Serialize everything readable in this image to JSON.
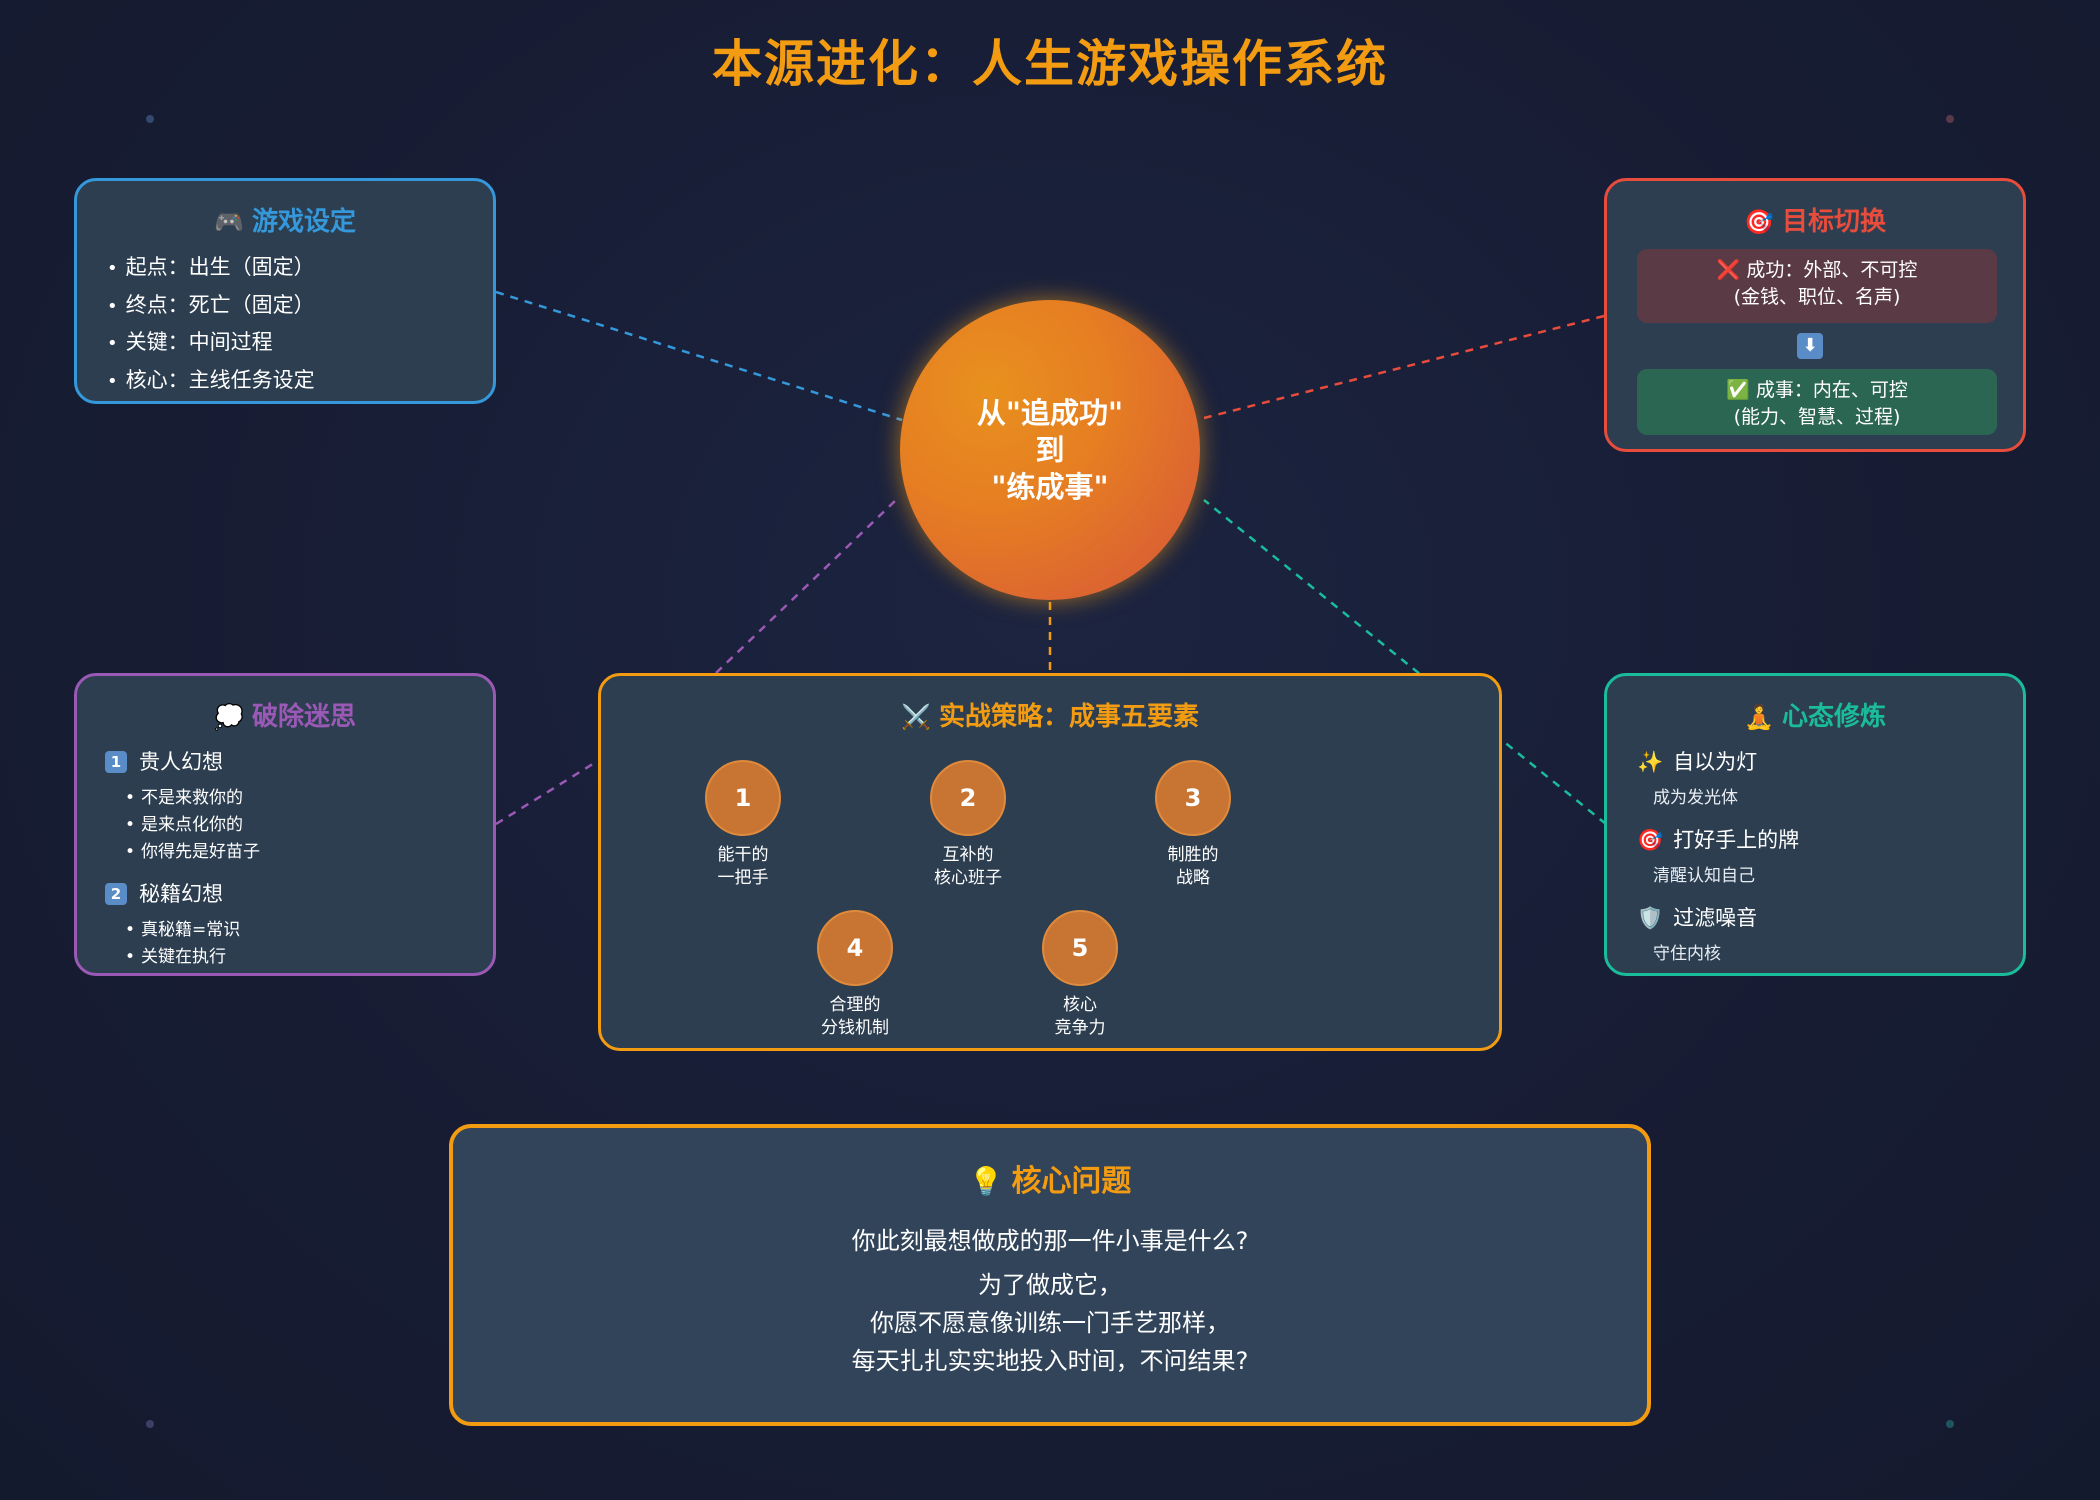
{
  "title": "本源进化：人生游戏操作系统",
  "colors": {
    "accent_orange": "#f39c12",
    "blue": "#3498db",
    "red": "#e74c3c",
    "purple": "#9b59b6",
    "teal": "#1abc9c",
    "card_bg": "#2c3e50"
  },
  "center": {
    "line1": "从\"追成功\"",
    "line2": "到",
    "line3": "\"练成事\""
  },
  "game_settings": {
    "icon": "gamepad-icon",
    "icon_glyph": "🎮",
    "title": "游戏设定",
    "items": [
      "起点：出生（固定）",
      "终点：死亡（固定）",
      "关键：中间过程",
      "核心：主线任务设定"
    ]
  },
  "goal_switch": {
    "icon": "target-icon",
    "icon_glyph": "🎯",
    "title": "目标切换",
    "bad_glyph": "❌",
    "bad_line1": "成功：外部、不可控",
    "bad_line2": "(金钱、职位、名声)",
    "arrow_glyph": "⬇",
    "good_glyph": "✅",
    "good_line1": "成事：内在、可控",
    "good_line2": "(能力、智慧、过程)"
  },
  "myths": {
    "icon": "thought-bubble-icon",
    "icon_glyph": "💭",
    "title": "破除迷思",
    "groups": [
      {
        "num": "1",
        "head": "贵人幻想",
        "items": [
          "不是来救你的",
          "是来点化你的",
          "你得先是好苗子"
        ]
      },
      {
        "num": "2",
        "head": "秘籍幻想",
        "items": [
          "真秘籍=常识",
          "关键在执行"
        ]
      }
    ]
  },
  "strategy": {
    "icon": "crossed-swords-icon",
    "icon_glyph": "⚔️",
    "title": "实战策略：成事五要素",
    "steps": [
      {
        "num": "1",
        "line1": "能干的",
        "line2": "一把手"
      },
      {
        "num": "2",
        "line1": "互补的",
        "line2": "核心班子"
      },
      {
        "num": "3",
        "line1": "制胜的",
        "line2": "战略"
      },
      {
        "num": "4",
        "line1": "合理的",
        "line2": "分钱机制"
      },
      {
        "num": "5",
        "line1": "核心",
        "line2": "竞争力"
      }
    ]
  },
  "mindset": {
    "icon": "meditation-icon",
    "icon_glyph": "🧘",
    "title": "心态修炼",
    "items": [
      {
        "glyph": "✨",
        "head": "自以为灯",
        "sub": "成为发光体"
      },
      {
        "glyph": "🎯",
        "head": "打好手上的牌",
        "sub": "清醒认知自己"
      },
      {
        "glyph": "🛡️",
        "head": "过滤噪音",
        "sub": "守住内核"
      }
    ]
  },
  "core_question": {
    "icon": "light-bulb-icon",
    "icon_glyph": "💡",
    "title": "核心问题",
    "line1": "你此刻最想做成的那一件小事是什么?",
    "line2": "为了做成它，",
    "line3": "你愿不愿意像训练一门手艺那样，",
    "line4": "每天扎扎实实地投入时间，不问结果?"
  }
}
